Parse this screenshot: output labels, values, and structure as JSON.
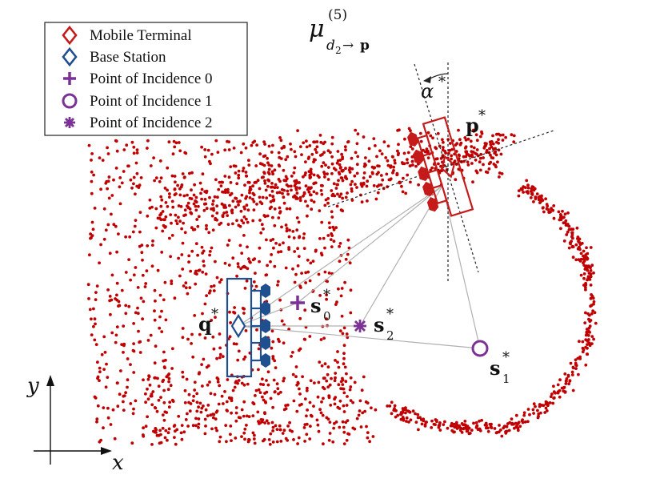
{
  "colors": {
    "mobile": "#c41a1a",
    "base": "#1f4f8f",
    "incidence": "#7b3294",
    "points": "#c00000",
    "path_lines": "#b0b0b0",
    "dotted": "#222222"
  },
  "legend": {
    "items": [
      {
        "label": "Mobile Terminal",
        "marker": "diamond-icon",
        "color": "#c41a1a"
      },
      {
        "label": "Base Station",
        "marker": "diamond-icon",
        "color": "#1f4f8f"
      },
      {
        "label": "Point of Incidence 0",
        "marker": "plus-icon",
        "color": "#7b3294"
      },
      {
        "label": "Point of Incidence 1",
        "marker": "circle-icon",
        "color": "#7b3294"
      },
      {
        "label": "Point of Incidence 2",
        "marker": "asterisk-icon",
        "color": "#7b3294"
      }
    ]
  },
  "title": {
    "main": "μ",
    "superscript": "(5)",
    "subscript": "d",
    "subscript_index": "2",
    "arrow": "→",
    "target": "p"
  },
  "labels": {
    "p_star": "p",
    "q_star": "q",
    "s0": "s",
    "s0_index": "0",
    "s1": "s",
    "s1_index": "1",
    "s2": "s",
    "s2_index": "2",
    "alpha": "α",
    "star": "*"
  },
  "axes": {
    "x_label": "x",
    "y_label": "y"
  }
}
